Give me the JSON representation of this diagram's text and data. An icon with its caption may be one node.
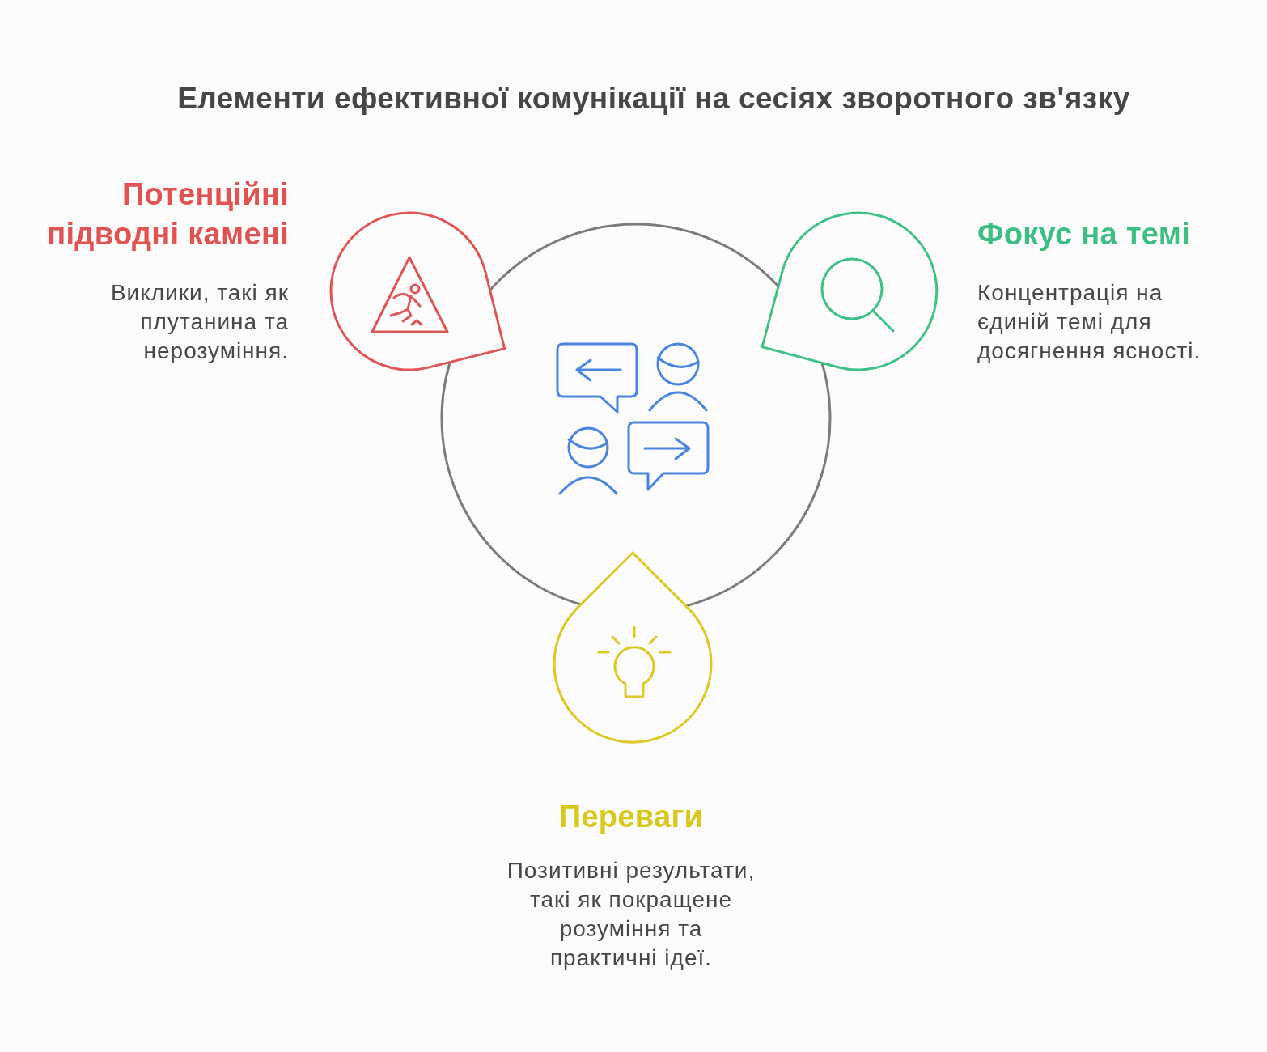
{
  "diagram": {
    "title": "Елементи ефективної комунікації на сесіях зворотного зв'язку",
    "nodes": [
      {
        "text": [],
        "shape": "teardrop",
        "beside": [
          "Потенційні підводні камені",
          "Виклики, такі як плутанина та нерозуміння."
        ]
      },
      {
        "text": [],
        "shape": "teardrop",
        "beside": [
          "Фокус на темі",
          "Концентрація на єдиній темі для досягнення ясності."
        ]
      },
      {
        "text": [],
        "shape": "circle"
      },
      {
        "text": [],
        "shape": "teardrop",
        "beside": [
          "Переваги",
          "Позитивні результати, такі як покращене розуміння та практичні ідеї."
        ]
      }
    ]
  }
}
